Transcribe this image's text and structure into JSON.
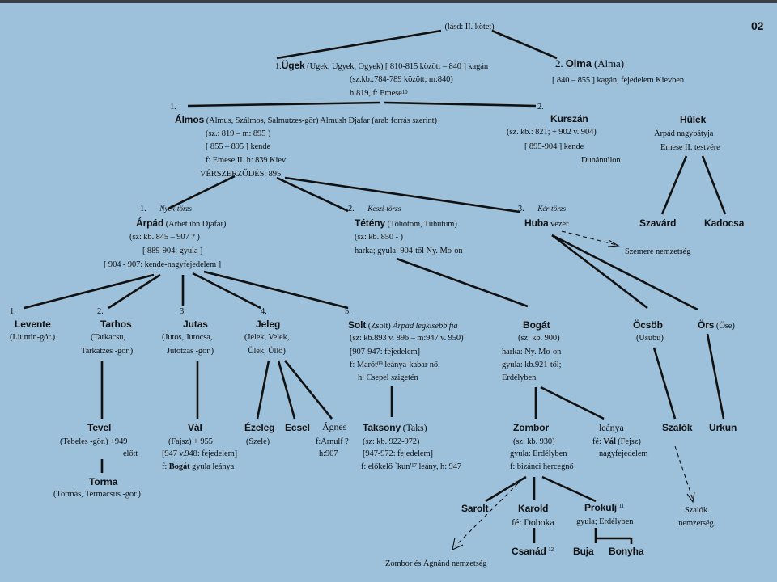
{
  "header": {
    "ref": "(lásd: II. kötet)",
    "page": "02"
  },
  "ugek": {
    "num": "1.",
    "name": "Ügek",
    "alias": "(Ugek, Ugyek, Ogyek) [ 810-815 között – 840 ] kagán",
    "l2": "(sz.kb.:784-789 között;  m:840)",
    "l3": "h:819,  f: Emese",
    "l3sup": "10"
  },
  "olma": {
    "num": "2.",
    "name": "Olma",
    "alias": "(Alma)",
    "l2": "[ 840 – 855 ] kagán, fejedelem Kievben"
  },
  "almos": {
    "num": "1.",
    "name": "Álmos",
    "alias": "(Almus, Szálmos, Salmutzes-gör) Almush Djafar (arab forrás szerint)",
    "l2": "(sz.: 819 – m: 895 )",
    "l3": "[ 855 – 895 ] kende",
    "l4": "f:  Emese II.    h: 839 Kiev",
    "l5": "VÉRSZERZŐDÉS: 895"
  },
  "kurszan": {
    "num": "2.",
    "name": "Kurszán",
    "l2": "(sz. kb.: 821;  + 902 v. 904)",
    "l3": "[ 895-904 ] kende",
    "l4": "Dunántúlon"
  },
  "hulek": {
    "name": "Hülek",
    "l2": "Árpád nagybátyja",
    "l3": "Emese II. testvére"
  },
  "szavard": {
    "name": "Szavárd"
  },
  "kadocsa": {
    "name": "Kadocsa"
  },
  "arpad": {
    "num": "1.",
    "tribe": "Nyék-törzs",
    "name": "Árpád",
    "alias": "(Arbet ibn Djafar)",
    "l2": "(sz: kb. 845 – 907 ? )",
    "l3": "[ 889-904: gyula ]",
    "l4": "[ 904 - 907: kende-nagyfejedelem ]"
  },
  "teteny": {
    "num": "2.",
    "tribe": "Keszi-törzs",
    "name": "Tétény",
    "alias": "(Tohotom, Tuhutum)",
    "l2": "(sz: kb. 850 -       )",
    "l3": "harka; gyula: 904-től Ny. Mo-on"
  },
  "huba": {
    "num": "3.",
    "tribe": "Kér-törzs",
    "name": "Huba",
    "title": "vezér"
  },
  "szemere": "Szemere nemzetség",
  "levente": {
    "num": "1.",
    "name": "Levente",
    "l2": "(Liuntin-gör.)"
  },
  "tarhos": {
    "num": "2.",
    "name": "Tarhos",
    "l2": "(Tarkacsu,",
    "l3": "Tarkatzes -gör.)"
  },
  "jutas": {
    "num": "3.",
    "name": "Jutas",
    "l2": "(Jutos, Jutocsa,",
    "l3": "Jutotzas -gör.)"
  },
  "jeleg": {
    "num": "4.",
    "name": "Jeleg",
    "l2": "(Jelek, Velek,",
    "l3": "Ülek, Üllő)"
  },
  "solt": {
    "num": "5.",
    "name": "Solt",
    "alias": "(Zsolt)",
    "note": "Árpád legkisebb fia",
    "l2": "(sz: kb.893 v. 896 – m:947 v. 950)",
    "l3": "[907-947: fejedelem]",
    "l4a": "f: Marót",
    "l4sup": "09",
    "l4b": " leánya-kabar nő,",
    "l5": "h: Csepel szigetén"
  },
  "bogat": {
    "name": "Bogát",
    "l2": "(sz: kb. 900)",
    "l3": "harka: Ny. Mo-on",
    "l4": "gyula: kb.921-től;",
    "l5": "Erdélyben"
  },
  "ocsob": {
    "name": "Öcsöb",
    "l2": "(Usubu)"
  },
  "ors": {
    "name": "Örs",
    "alias": "(Öse)"
  },
  "tevel": {
    "name": "Tevel",
    "l2": "(Tebeles -gör.) +949",
    "l3": "előtt"
  },
  "torma": {
    "name": "Torma",
    "l2": "(Tormás, Termacsus -gör.)"
  },
  "val": {
    "name": "Vál",
    "l2": "(Fajsz) + 955",
    "l3": "[947 v.948: fejedelem]",
    "l4a": "f: ",
    "l4b": "Bogát",
    "l4c": " gyula leánya"
  },
  "ezeleg": {
    "name": "Ézeleg",
    "l2": "(Szele)"
  },
  "ecsel": {
    "name": "Ecsel"
  },
  "agnes": {
    "name": "Ágnes",
    "l2": "f:Arnulf ?",
    "l3": "h:907"
  },
  "taksony": {
    "name": "Taksony",
    "alias": "(Taks)",
    "l2": "(sz: kb. 922-972)",
    "l3": "[947-972: fejedelem]",
    "l4a": "f: előkelő `kun'",
    "l4sup": "17",
    "l4b": " leány, h: 947"
  },
  "zombor": {
    "name": "Zombor",
    "l2": "(sz: kb. 930)",
    "l3": "gyula: Erdélyben",
    "l4": "f: bizánci hercegnő"
  },
  "leanya": {
    "name": "leánya",
    "l2a": "fé: ",
    "l2b": "Vál",
    "l2c": " (Fejsz)",
    "l3": "nagyfejedelem"
  },
  "szalok": {
    "name": "Szalók"
  },
  "urkun": {
    "name": "Urkun"
  },
  "szaloknem": {
    "l1": "Szalók",
    "l2": "nemzetség"
  },
  "sarolt": {
    "name": "Sarolt"
  },
  "karold": {
    "name": "Karold",
    "l2": "fé: Doboka"
  },
  "prokulj": {
    "name": "Prokulj",
    "sup": "11",
    "l2": "gyula; Erdélyben"
  },
  "csanad": {
    "name": "Csanád",
    "sup": "12"
  },
  "buja": {
    "name": "Buja"
  },
  "bonyha": {
    "name": "Bonyha"
  },
  "zombornem": "Zombor és Ágnánd nemzetség"
}
